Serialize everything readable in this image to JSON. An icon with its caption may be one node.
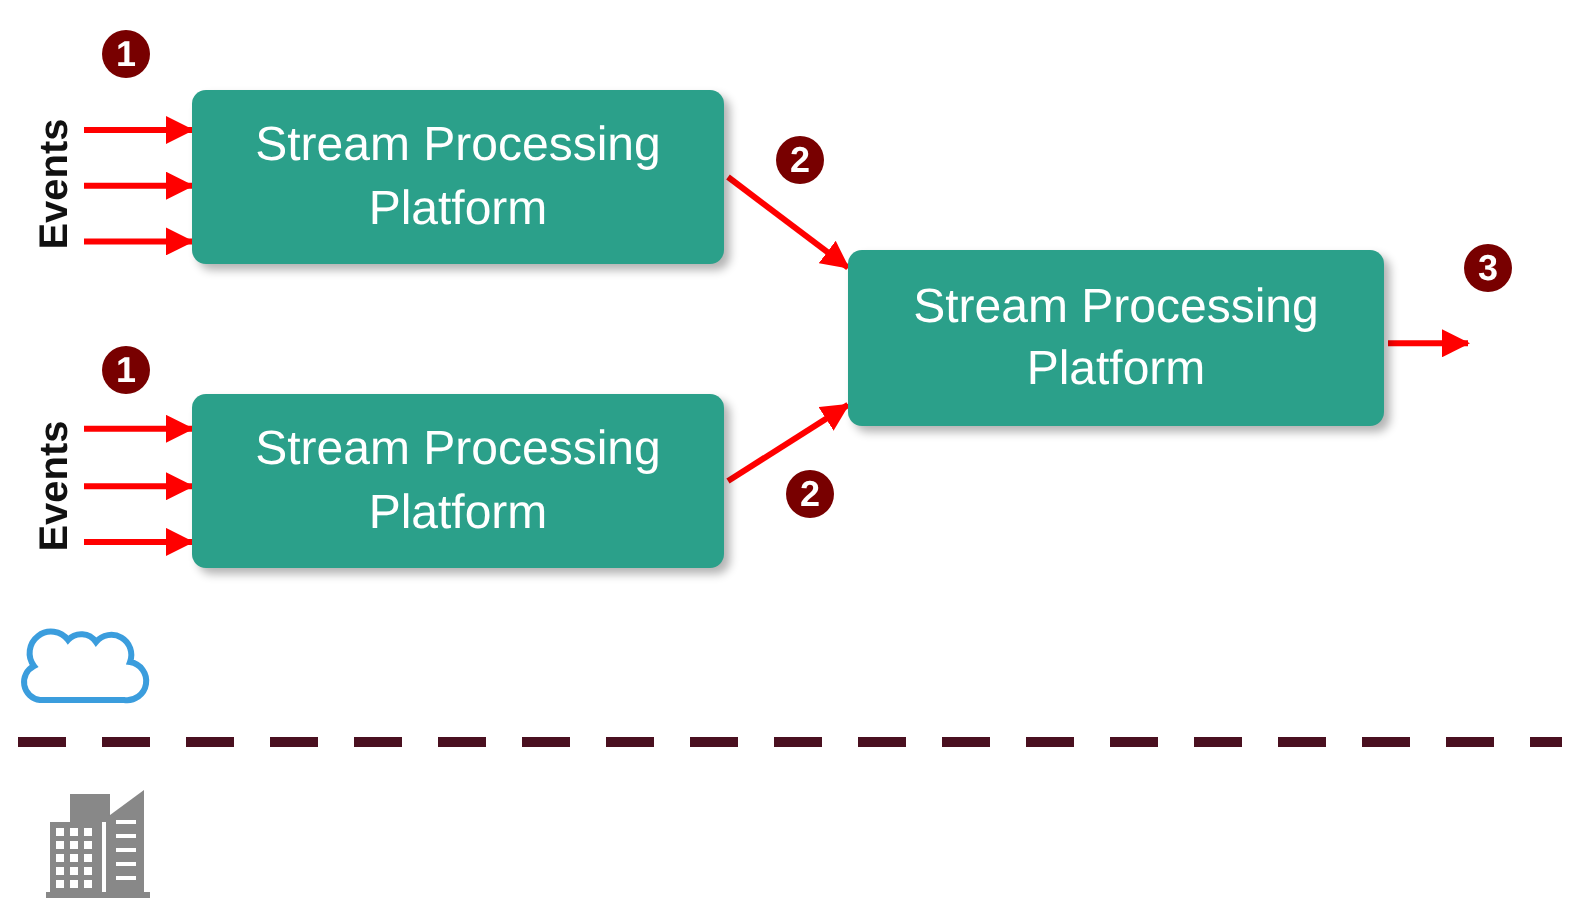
{
  "diagram": {
    "nodes": [
      {
        "text": [
          "Events"
        ]
      },
      {
        "text": [
          "Stream Processing Platform"
        ]
      },
      {
        "text": [
          "Events"
        ]
      },
      {
        "text": [
          "Stream Processing Platform"
        ]
      },
      {
        "text": [
          "Stream Processing Platform"
        ]
      }
    ],
    "edges": [
      {
        "from": 0,
        "to": 1,
        "arrow": "to"
      },
      {
        "from": 0,
        "to": 1,
        "arrow": "to"
      },
      {
        "from": 0,
        "to": 1,
        "arrow": "to"
      },
      {
        "from": 2,
        "to": 3,
        "arrow": "to"
      },
      {
        "from": 2,
        "to": 3,
        "arrow": "to"
      },
      {
        "from": 2,
        "to": 3,
        "arrow": "to"
      },
      {
        "from": 1,
        "to": 4,
        "arrow": "to"
      },
      {
        "from": 3,
        "to": 4,
        "arrow": "to"
      },
      {
        "from": 4,
        "to": null,
        "arrow": "to"
      }
    ],
    "labels": [
      "1",
      "2",
      "1",
      "2",
      "3"
    ]
  }
}
